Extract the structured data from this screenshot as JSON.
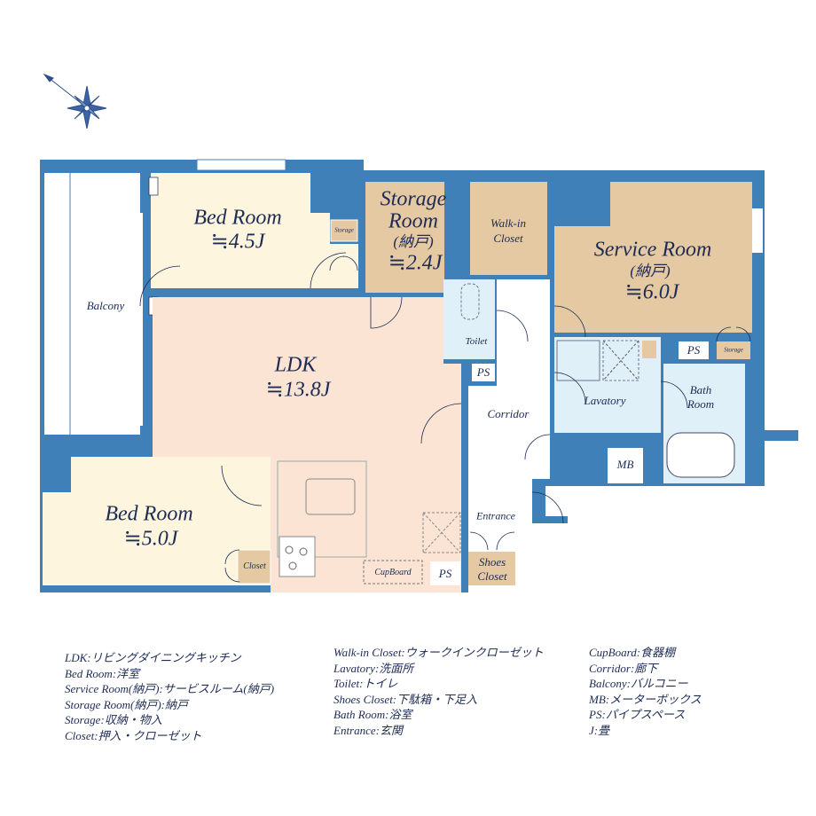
{
  "colors": {
    "wall": "#3f80b8",
    "bedroom": "#fdf5dd",
    "ldk": "#fbe4d4",
    "storage": "#e4c9a3",
    "wet": "#dff0f8",
    "text": "#1d2b55"
  },
  "compass": {
    "icon": "compass-rose-icon"
  },
  "rooms": {
    "bed1": {
      "name": "Bed Room",
      "size": "≒4.5J"
    },
    "bed2": {
      "name": "Bed Room",
      "size": "≒5.0J"
    },
    "storage_room": {
      "name1": "Storage",
      "name2": "Room",
      "sub": "(納戸)",
      "size": "≒2.4J"
    },
    "walkin": {
      "name1": "Walk-in",
      "name2": "Closet"
    },
    "service": {
      "name": "Service Room",
      "sub": "(納戸)",
      "size": "≒6.0J"
    },
    "ldk": {
      "name": "LDK",
      "size": "≒13.8J"
    },
    "balcony": "Balcony",
    "toilet": "Toilet",
    "corridor": "Corridor",
    "lavatory": "Lavatory",
    "bath": {
      "name1": "Bath",
      "name2": "Room"
    },
    "mb": "MB",
    "ps": "PS",
    "storage": "Storage",
    "closet": "Closet",
    "cupboard": "CupBoard",
    "entrance": "Entrance",
    "shoes": {
      "name1": "Shoes",
      "name2": "Closet"
    }
  },
  "legend": {
    "col1": [
      "LDK:リビングダイニングキッチン",
      "Bed Room:洋室",
      "Service Room(納戸):サービスルーム(納戸)",
      "Storage Room(納戸):納戸",
      "Storage:収納・物入",
      "Closet:押入・クローゼット"
    ],
    "col2": [
      "Walk-in Closet:ウォークインクローゼット",
      "Lavatory:洗面所",
      "Toilet:トイレ",
      "Shoes Closet:下駄箱・下足入",
      "Bath Room:浴室",
      "Entrance:玄関"
    ],
    "col3": [
      "CupBoard:食器棚",
      "Corridor:廊下",
      "Balcony:バルコニー",
      "MB:メーターボックス",
      "PS:パイプスペース",
      "J:畳"
    ]
  }
}
